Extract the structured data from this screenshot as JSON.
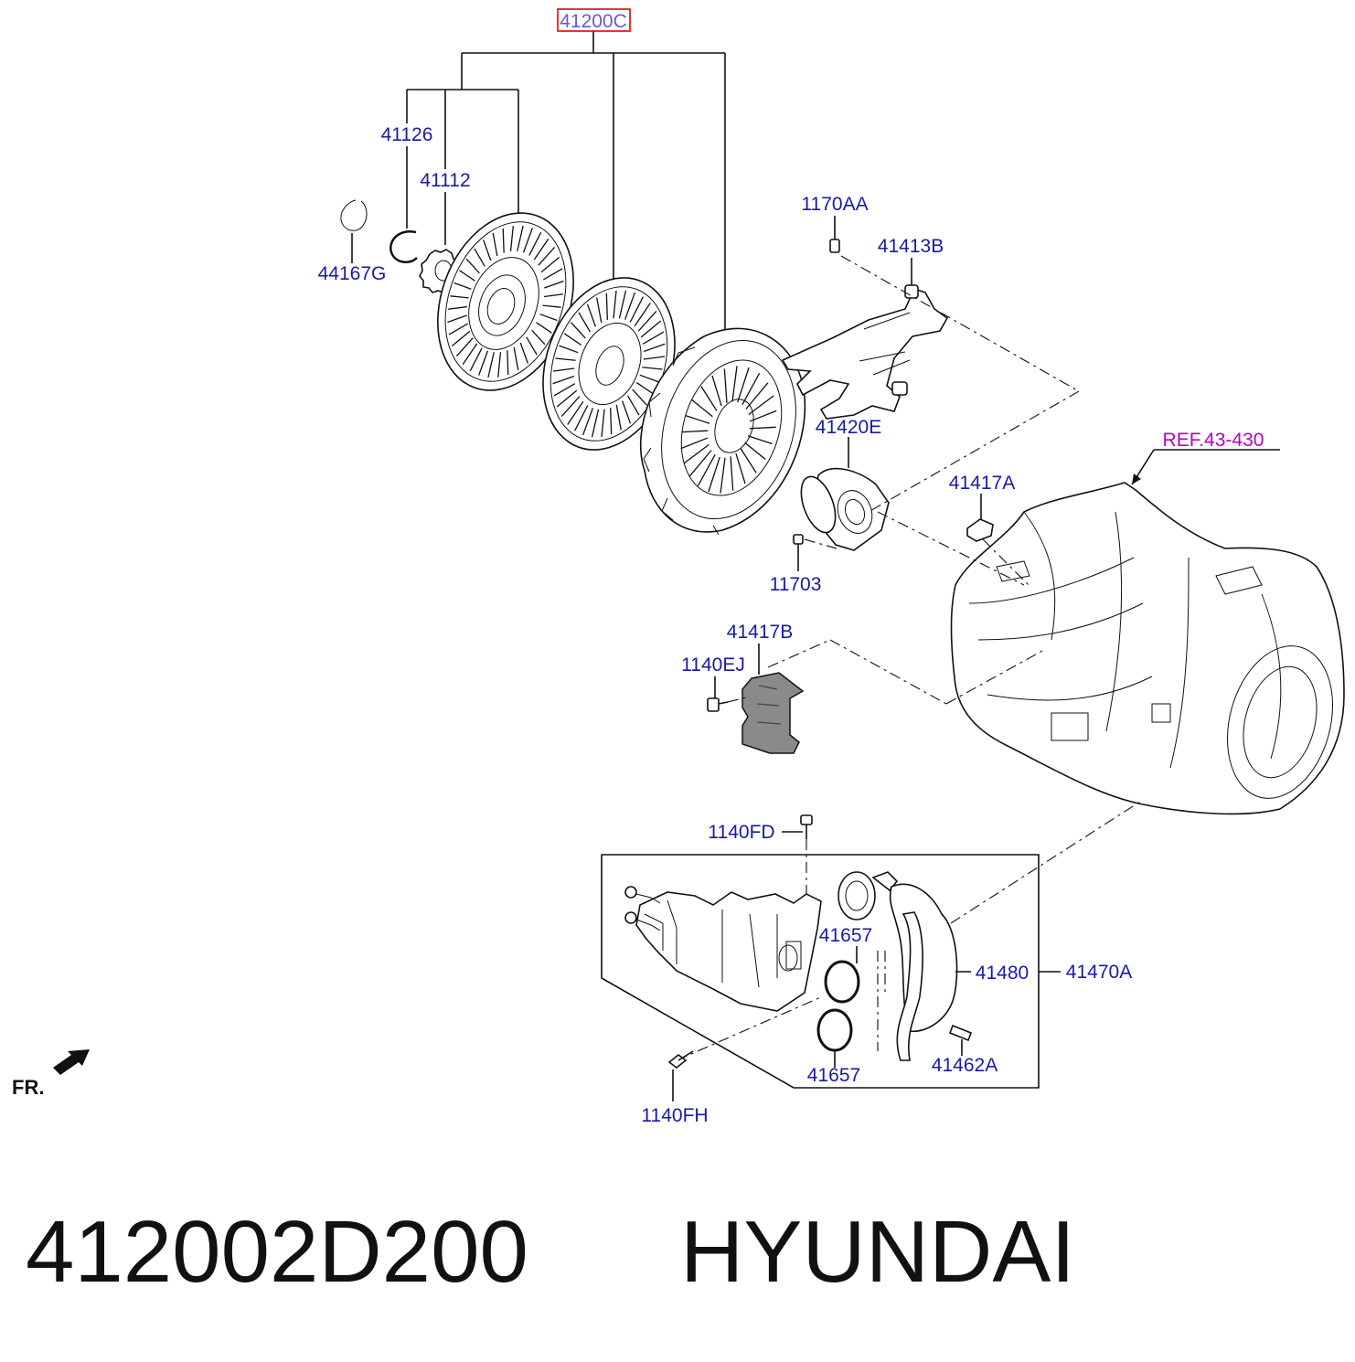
{
  "callouts": {
    "c41200C": "41200C",
    "c41126": "41126",
    "c41112": "41112",
    "c44167G": "44167G",
    "c1170AA": "1170AA",
    "c41413B": "41413B",
    "c41420E": "41420E",
    "cREF": "REF.43-430",
    "c41417A": "41417A",
    "c11703": "11703",
    "c41417B": "41417B",
    "c1140EJ": "1140EJ",
    "c1140FD": "1140FD",
    "c41657a": "41657",
    "c41480": "41480",
    "c41470A": "41470A",
    "c41657b": "41657",
    "c41462A": "41462A",
    "c1140FH": "1140FH"
  },
  "direction_label": "FR.",
  "footer": {
    "part_number": "412002D200",
    "brand": "HYUNDAI"
  },
  "colors": {
    "callout": "#1a1aa6",
    "selected": "#e02020",
    "reference": "#b400c8"
  }
}
